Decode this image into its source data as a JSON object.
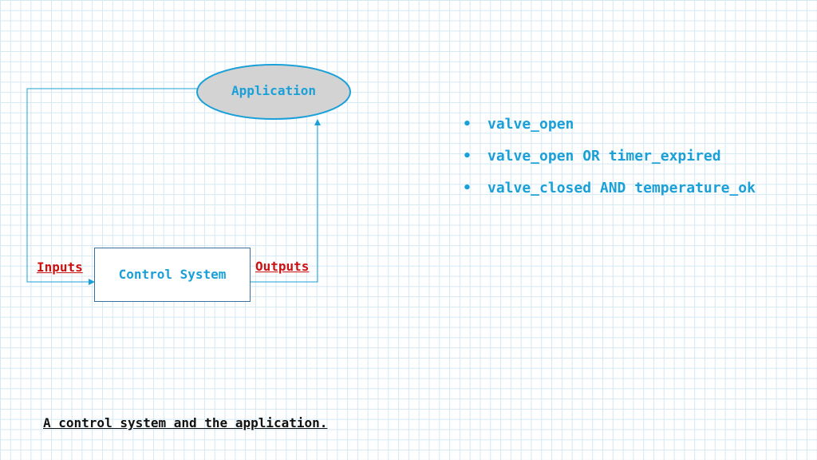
{
  "diagram": {
    "application_label": "Application",
    "control_system_label": "Control System",
    "inputs_label": "Inputs",
    "outputs_label": "Outputs"
  },
  "conditions": [
    "valve_open",
    "valve_open OR timer_expired",
    "valve_closed AND temperature_ok"
  ],
  "caption": "A control system and the application.",
  "colors": {
    "accent_text": "#1aa0d8",
    "io_label": "#cc1111",
    "ellipse_fill": "#d3d3d3",
    "ellipse_stroke": "#1aa0d8",
    "connector": "#1aa0d8"
  }
}
